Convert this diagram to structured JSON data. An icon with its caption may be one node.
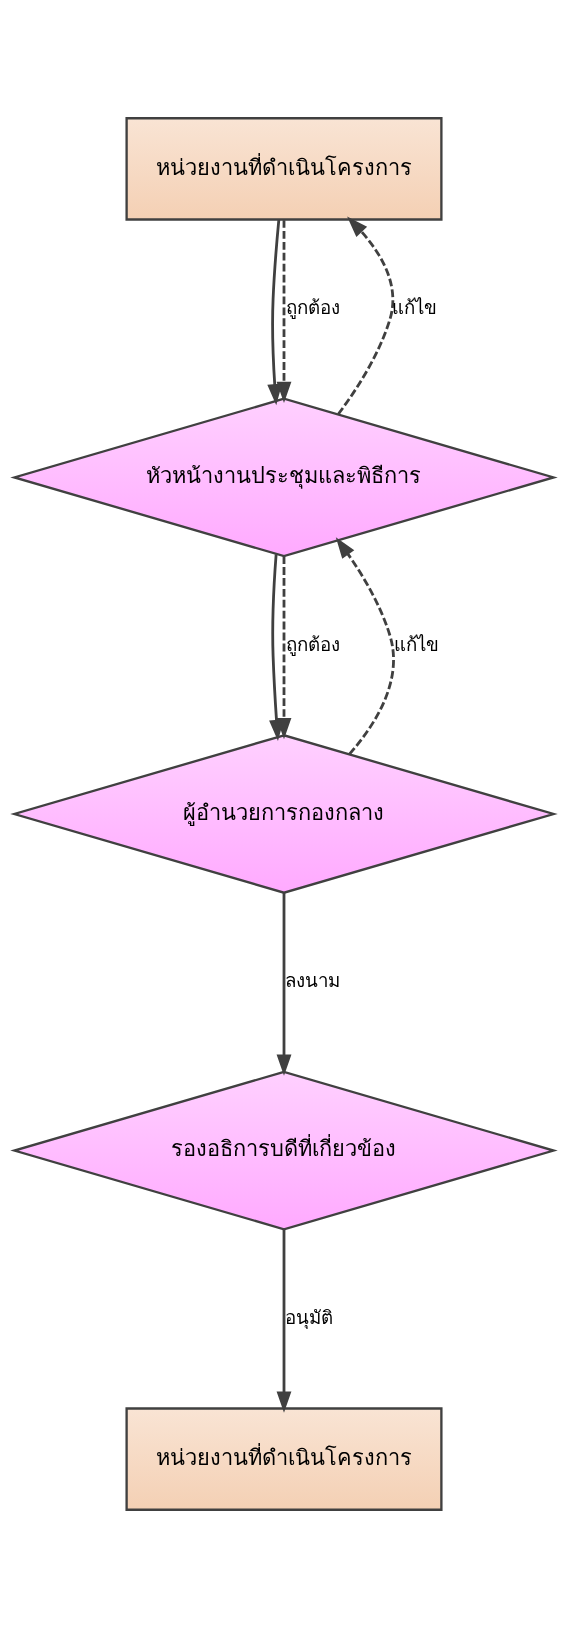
{
  "diagram": {
    "nodes": [
      {
        "text": [
          "หน่วยงานที่ดำเนินโครงการ"
        ]
      },
      {
        "text": [
          "หัวหน้างานประชุมและพิธีการ"
        ]
      },
      {
        "text": [
          "ผู้อำนวยการกองกลาง"
        ]
      },
      {
        "text": [
          "รองอธิการบดีที่เกี่ยวข้อง"
        ]
      },
      {
        "text": [
          "หน่วยงานที่ดำเนินโครงการ"
        ]
      }
    ],
    "edges": [
      {
        "from": 0,
        "to": 1,
        "arrow": "to"
      },
      {
        "from": 1,
        "to": 0,
        "arrow": "to",
        "label": "แก้ไข",
        "style": "dashed"
      },
      {
        "from": 0,
        "to": 1,
        "arrow": "to",
        "label": "ถูกต้อง",
        "style": "dashed"
      },
      {
        "from": 1,
        "to": 2,
        "arrow": "to"
      },
      {
        "from": 2,
        "to": 1,
        "arrow": "to",
        "label": "แก้ไข",
        "style": "dashed"
      },
      {
        "from": 1,
        "to": 2,
        "arrow": "to",
        "label": "ถูกต้อง",
        "style": "dashed"
      },
      {
        "from": 2,
        "to": 3,
        "arrow": "to",
        "label": "ลงนาม"
      },
      {
        "from": 3,
        "to": 4,
        "arrow": "to",
        "label": "อนุมัติ"
      }
    ]
  }
}
